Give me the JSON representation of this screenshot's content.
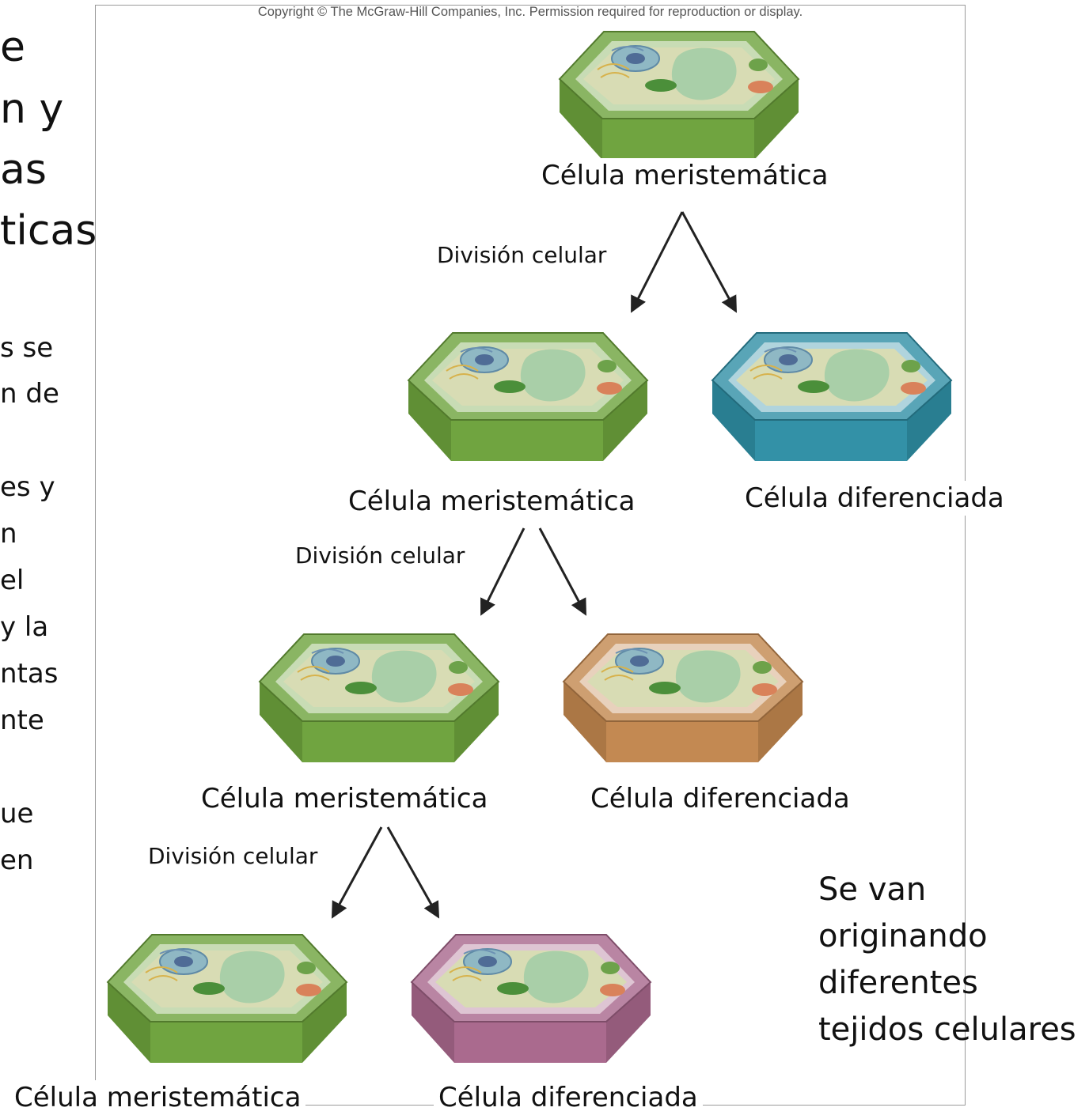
{
  "slide": {
    "title_fragments": [
      "e",
      "n y",
      "as",
      "ticas"
    ],
    "body_fragments": [
      "s se",
      "n de",
      "es y",
      "n",
      " el",
      "y la",
      "ntas",
      "nte",
      "ue",
      " en"
    ]
  },
  "figure": {
    "copyright": "Copyright © The McGraw-Hill Companies, Inc. Permission required for reproduction or display.",
    "top_cell_label": "Célula meristemática",
    "levels": [
      {
        "division_label": "División celular",
        "meristematic_label": "Célula meristemática",
        "differentiated_label": "Célula diferenciada",
        "differentiated_color": "#2f8fa5"
      },
      {
        "division_label": "División celular",
        "meristematic_label": "Célula meristemática",
        "differentiated_label": "Célula diferenciada",
        "differentiated_color": "#c2874e"
      },
      {
        "division_label": "División celular",
        "meristematic_label": "Célula meristemática",
        "differentiated_label": "Célula diferenciada",
        "differentiated_color": "#a8678c"
      }
    ],
    "meristematic_color": "#6da23c",
    "note_lines": [
      "Se van",
      "originando",
      "diferentes",
      "tejidos celulares"
    ]
  }
}
